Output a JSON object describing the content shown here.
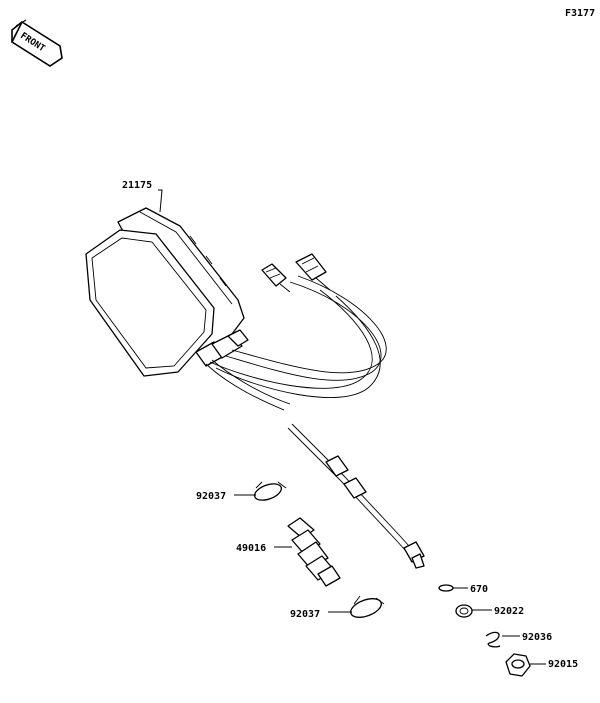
{
  "figure_code": "F3177",
  "front_label": "FRONT",
  "parts": [
    {
      "number": "21175",
      "name": "meter-assembly"
    },
    {
      "number": "92037",
      "name": "clamp-upper"
    },
    {
      "number": "49016",
      "name": "boot"
    },
    {
      "number": "92037",
      "name": "clamp-lower"
    },
    {
      "number": "670",
      "name": "o-ring"
    },
    {
      "number": "92022",
      "name": "washer"
    },
    {
      "number": "92036",
      "name": "spring-clip"
    },
    {
      "number": "92015",
      "name": "nut"
    }
  ]
}
